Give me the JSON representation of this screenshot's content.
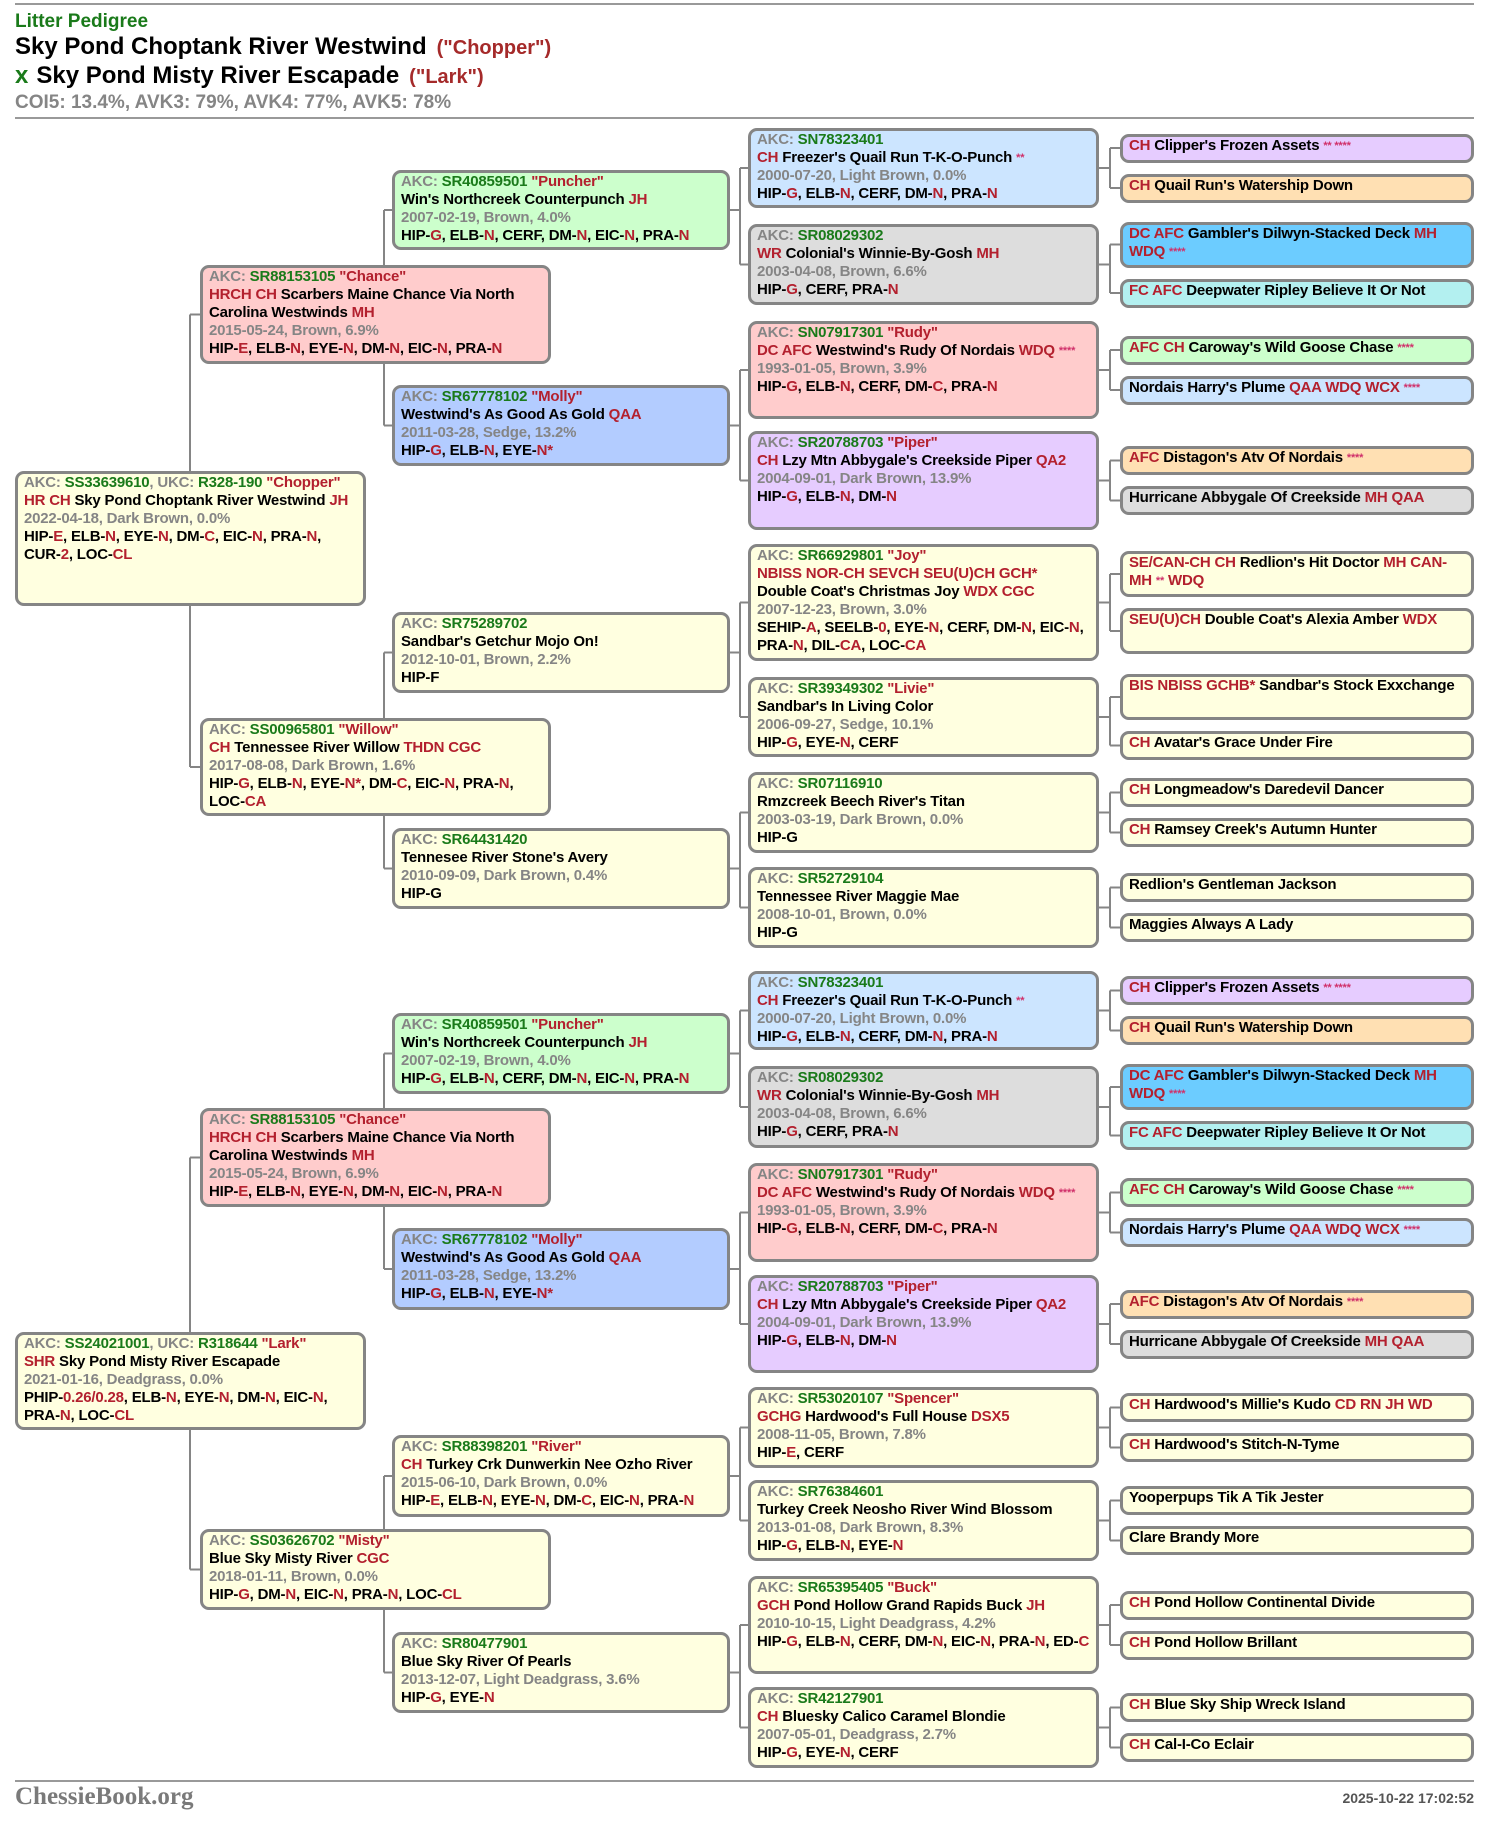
{
  "header": {
    "kind": "Litter Pedigree",
    "sire_name": "Sky Pond Choptank River Westwind",
    "sire_call": "(\"Chopper\")",
    "cross": "x",
    "dam_name": "Sky Pond Misty River Escapade",
    "dam_call": "(\"Lark\")",
    "stats": "COI5: 13.4%, AVK3: 79%, AVK4: 77%, AVK5: 78%"
  },
  "labels": {
    "akc": "AKC: ",
    "ukc": ", UKC: "
  },
  "footer": {
    "site": "ChessieBook.org",
    "timestamp": "2025-10-22 17:02:52"
  },
  "colors": {
    "green": "#1a7a1a",
    "red": "#b3202e",
    "gray": "#858585",
    "default_card": "#ffffe0"
  },
  "dogs": {
    "chopper": {
      "akc": "SS33639610",
      "ukc": "R328-190",
      "call": "Chopper",
      "pre": "HR CH",
      "name": "Sky Pond Choptank River Westwind",
      "post": "JH",
      "info": "2022-04-18, Dark Brown, 0.0%",
      "health": "HIP-E, ELB-N, EYE-N, DM-C, EIC-N, PRA-N, CUR-2, LOC-CL"
    },
    "lark": {
      "akc": "SS24021001",
      "ukc": "R318644",
      "call": "Lark",
      "pre": "SHR",
      "name": "Sky Pond Misty River Escapade",
      "info": "2021-01-16, Deadgrass, 0.0%",
      "health": "PHIP-0.26/0.28, ELB-N, EYE-N, DM-N, EIC-N, PRA-N, LOC-CL"
    },
    "chance": {
      "akc": "SR88153105",
      "call": "Chance",
      "pre": "HRCH CH",
      "name": "Scarbers Maine Chance Via North Carolina Westwinds",
      "post": "MH",
      "info": "2015-05-24, Brown, 6.9%",
      "health": "HIP-E, ELB-N, EYE-N, DM-N, EIC-N, PRA-N",
      "bg": "#ffcccc"
    },
    "willow": {
      "akc": "SS00965801",
      "call": "Willow",
      "pre": "CH",
      "name": "Tennessee River Willow",
      "post": "THDN CGC",
      "info": "2017-08-08, Dark Brown, 1.6%",
      "health": "HIP-G, ELB-N, EYE-N*, DM-C, EIC-N, PRA-N, LOC-CA"
    },
    "misty": {
      "akc": "SS03626702",
      "call": "Misty",
      "name": "Blue Sky Misty River",
      "post": "CGC",
      "info": "2018-01-11, Brown, 0.0%",
      "health": "HIP-G, DM-N, EIC-N, PRA-N, LOC-CL"
    },
    "puncher": {
      "akc": "SR40859501",
      "call": "Puncher",
      "name": "Win's Northcreek Counterpunch",
      "post": "JH",
      "info": "2007-02-19, Brown, 4.0%",
      "health": "HIP-G, ELB-N, CERF, DM-N, EIC-N, PRA-N",
      "bg": "#ccffcc"
    },
    "molly": {
      "akc": "SR67778102",
      "call": "Molly",
      "name": "Westwind's As Good As Gold",
      "post": "QAA",
      "info": "2011-03-28, Sedge, 13.2%",
      "health": "HIP-G, ELB-N, EYE-N*",
      "bg": "#b3ccff"
    },
    "mojo": {
      "akc": "SR75289702",
      "name": "Sandbar's Getchur Mojo On!",
      "info": "2012-10-01, Brown, 2.2%",
      "health": "HIP-F"
    },
    "avery": {
      "akc": "SR64431420",
      "name": "Tennesee River Stone's Avery",
      "info": "2010-09-09, Dark Brown, 0.4%",
      "health": "HIP-G"
    },
    "river": {
      "akc": "SR88398201",
      "call": "River",
      "pre": "CH",
      "name": "Turkey Crk Dunwerkin Nee Ozho River",
      "info": "2015-06-10, Dark Brown, 0.0%",
      "health": "HIP-E, ELB-N, EYE-N, DM-C, EIC-N, PRA-N"
    },
    "pearls": {
      "akc": "SR80477901",
      "name": "Blue Sky River Of Pearls",
      "info": "2013-12-07, Light Deadgrass, 3.6%",
      "health": "HIP-G, EYE-N"
    },
    "freezer": {
      "akc": "SN78323401",
      "pre": "CH",
      "name": "Freezer's Quail Run T-K-O-Punch",
      "stars": "**",
      "info": "2000-07-20, Light Brown, 0.0%",
      "health": "HIP-G, ELB-N, CERF, DM-N, PRA-N",
      "bg": "#cce5ff"
    },
    "colonial": {
      "akc": "SR08029302",
      "pre": "WR",
      "name": "Colonial's Winnie-By-Gosh",
      "post": "MH",
      "info": "2003-04-08, Brown, 6.6%",
      "health": "HIP-G, CERF, PRA-N",
      "bg": "#dddddd"
    },
    "rudy": {
      "akc": "SN07917301",
      "call": "Rudy",
      "pre": "DC AFC",
      "name": "Westwind's Rudy Of Nordais",
      "post": "WDQ",
      "stars": "****",
      "info": "1993-01-05, Brown, 3.9%",
      "health": "HIP-G, ELB-N, CERF, DM-C, PRA-N",
      "bg": "#ffcccc"
    },
    "piper": {
      "akc": "SR20788703",
      "call": "Piper",
      "pre": "CH",
      "name": "Lzy Mtn Abbygale's Creekside Piper",
      "post": "QA2",
      "info": "2004-09-01, Dark Brown, 13.9%",
      "health": "HIP-G, ELB-N, DM-N",
      "bg": "#e6ccff"
    },
    "joy": {
      "akc": "SR66929801",
      "call": "Joy",
      "pre": "NBISS NOR-CH SEVCH SEU(U)CH GCH*",
      "name": "Double Coat's Christmas Joy",
      "post": "WDX CGC",
      "info": "2007-12-23, Brown, 3.0%",
      "health": "SEHIP-A, SEELB-0, EYE-N, CERF, DM-N, EIC-N, PRA-N, DIL-CA, LOC-CA"
    },
    "livie": {
      "akc": "SR39349302",
      "call": "Livie",
      "name": "Sandbar's In Living Color",
      "info": "2006-09-27, Sedge, 10.1%",
      "health": "HIP-G, EYE-N, CERF"
    },
    "titan": {
      "akc": "SR07116910",
      "name": "Rmzcreek Beech River's Titan",
      "info": "2003-03-19, Dark Brown, 0.0%",
      "health": "HIP-G"
    },
    "maggie": {
      "akc": "SR52729104",
      "name": "Tennessee River Maggie Mae",
      "info": "2008-10-01, Brown, 0.0%",
      "health": "HIP-G"
    },
    "spencer": {
      "akc": "SR53020107",
      "call": "Spencer",
      "pre": "GCHG",
      "name": "Hardwood's Full House",
      "post": "DSX5",
      "info": "2008-11-05, Brown, 7.8%",
      "health": "HIP-E, CERF"
    },
    "blossom": {
      "akc": "SR76384601",
      "name": "Turkey Creek Neosho River Wind Blossom",
      "info": "2013-01-08, Dark Brown, 8.3%",
      "health": "HIP-G, ELB-N, EYE-N"
    },
    "buck": {
      "akc": "SR65395405",
      "call": "Buck",
      "pre": "GCH",
      "name": "Pond Hollow Grand Rapids Buck",
      "post": "JH",
      "info": "2010-10-15, Light Deadgrass, 4.2%",
      "health": "HIP-G, ELB-N, CERF, DM-N, EIC-N, PRA-N, ED-C"
    },
    "blondie": {
      "akc": "SR42127901",
      "pre": "CH",
      "name": "Bluesky Calico Caramel Blondie",
      "info": "2007-05-01, Deadgrass, 2.7%",
      "health": "HIP-G, EYE-N, CERF"
    },
    "clipper": {
      "pre": "CH",
      "name": "Clipper's Frozen Assets",
      "stars": "** ****",
      "bg": "#e6ccff"
    },
    "quail": {
      "pre": "CH",
      "name": "Quail Run's Watership Down",
      "bg": "#ffe0b3"
    },
    "gambler": {
      "pre": "DC AFC",
      "name": "Gambler's Dilwyn-Stacked Deck",
      "post": "MH WDQ",
      "stars": "****",
      "bg": "#6cccff"
    },
    "deepwater": {
      "pre": "FC AFC",
      "name": "Deepwater Ripley Believe It Or Not",
      "bg": "#b3f0f0"
    },
    "caroway": {
      "pre": "AFC CH",
      "name": "Caroway's Wild Goose Chase",
      "stars": "****",
      "bg": "#ccffcc"
    },
    "nordais": {
      "name": "Nordais Harry's Plume",
      "post": "QAA WDQ WCX",
      "stars": "****",
      "bg": "#cce5ff"
    },
    "distagon": {
      "pre": "AFC",
      "name": "Distagon's Atv Of Nordais",
      "stars": "****",
      "bg": "#ffe0b3"
    },
    "hurricane": {
      "name": "Hurricane Abbygale Of Creekside",
      "post": "MH QAA",
      "bg": "#dddddd"
    },
    "hitdoctor": {
      "pre": "SE/CAN-CH CH",
      "name": "Redlion's Hit Doctor",
      "post": "MH CAN-MH",
      "stars": "**",
      "post2": "WDQ"
    },
    "alexia": {
      "pre": "SEU(U)CH",
      "name": "Double Coat's Alexia Amber",
      "post": "WDX"
    },
    "stock": {
      "pre": "BIS NBISS GCHB*",
      "name": "Sandbar's Stock Exxchange"
    },
    "avatar": {
      "pre": "CH",
      "name": "Avatar's Grace Under Fire"
    },
    "longmeadow": {
      "pre": "CH",
      "name": "Longmeadow's Daredevil Dancer"
    },
    "ramsey": {
      "pre": "CH",
      "name": "Ramsey Creek's Autumn Hunter"
    },
    "gentleman": {
      "name": "Redlion's Gentleman Jackson"
    },
    "maggies": {
      "name": "Maggies Always A Lady"
    },
    "kudo": {
      "pre": "CH",
      "name": "Hardwood's Millie's Kudo",
      "post": "CD RN JH WD"
    },
    "stitch": {
      "pre": "CH",
      "name": "Hardwood's Stitch-N-Tyme"
    },
    "yooper": {
      "name": "Yooperpups Tik A Tik Jester"
    },
    "clare": {
      "name": "Clare Brandy More"
    },
    "conti": {
      "pre": "CH",
      "name": "Pond Hollow Continental Divide"
    },
    "brillant": {
      "pre": "CH",
      "name": "Pond Hollow Brillant"
    },
    "shipwreck": {
      "pre": "CH",
      "name": "Blue Sky Ship Wreck Island"
    },
    "eclair": {
      "pre": "CH",
      "name": "Cal-I-Co Eclair"
    }
  }
}
